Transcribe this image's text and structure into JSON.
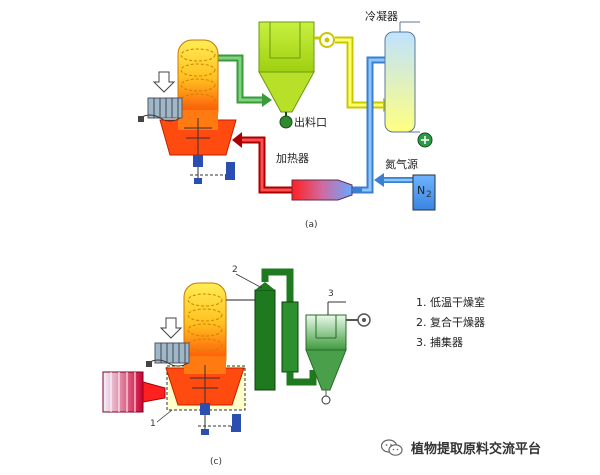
{
  "diagram_a": {
    "caption": "(a)",
    "condenser": "冷凝器",
    "outlet": "出料口",
    "heater": "加热器",
    "nitrogen_source": "氮气源",
    "n2_main": "N",
    "n2_sub": "2"
  },
  "diagram_c": {
    "caption": "(c)",
    "marker_1": "1",
    "marker_2": "2",
    "marker_3": "3",
    "legend": [
      "1. 低温干燥室",
      "2. 复合干燥器",
      "3. 捕集器"
    ]
  },
  "watermark": {
    "text": "植物提取原料交流平台",
    "icon": "wechat-icon"
  },
  "colors": {
    "dryer_top": "#ffee44",
    "dryer_bottom": "#ff3300",
    "cyclone": "#b5e61d",
    "pipe_green": "#44aa33",
    "pipe_yellow": "#ffff66",
    "pipe_blue": "#66aaff",
    "pipe_red": "#cc0000",
    "dryer2_green": "#1f7a1f",
    "collector_green": "#6dbf6d"
  }
}
